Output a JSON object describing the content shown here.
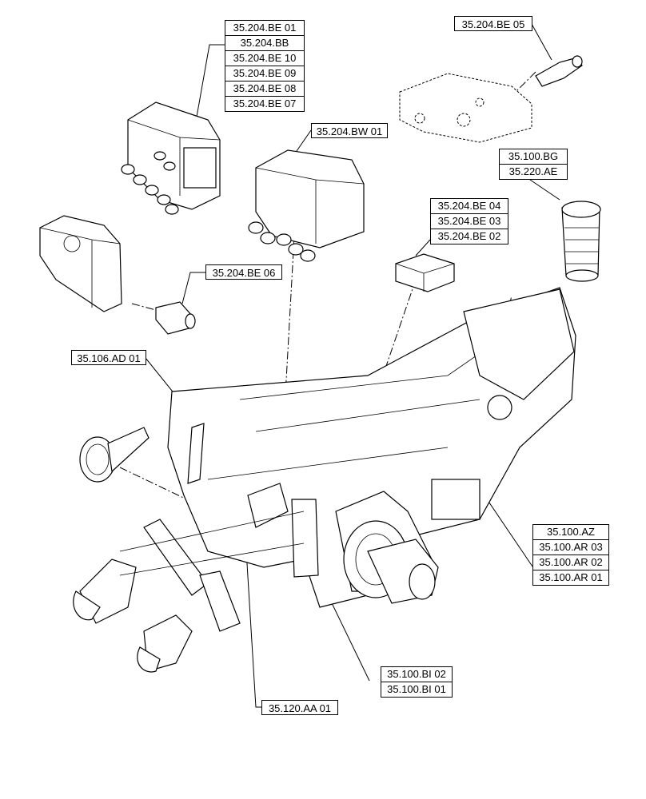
{
  "callouts": {
    "g1": [
      "35.204.BE 01",
      "35.204.BB",
      "35.204.BE 10",
      "35.204.BE 09",
      "35.204.BE 08",
      "35.204.BE 07"
    ],
    "be05": "35.204.BE 05",
    "g2": [
      "35.100.BG",
      "35.220.AE"
    ],
    "bw01": "35.204.BW 01",
    "g3": [
      "35.204.BE 04",
      "35.204.BE 03",
      "35.204.BE 02"
    ],
    "be06": "35.204.BE 06",
    "ad01": "35.106.AD 01",
    "g4": [
      "35.100.AZ",
      "35.100.AR 03",
      "35.100.AR 02",
      "35.100.AR 01"
    ],
    "g5": [
      "35.100.BI 02",
      "35.100.BI 01"
    ],
    "aa01": "35.120.AA 01"
  }
}
